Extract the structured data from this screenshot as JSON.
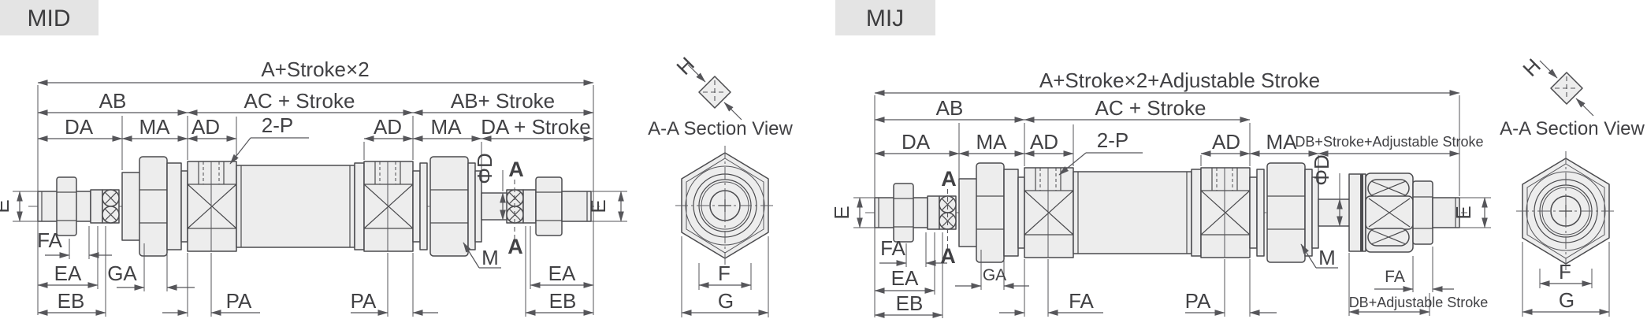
{
  "colors": {
    "background": "#ffffff",
    "line": "#4b4b4e",
    "dimension_line": "#56565a",
    "text": "#414144",
    "part_fill": "#ededed",
    "title_chip_bg": "#e4e4e4",
    "title_chip_text": "#3c3c3e"
  },
  "mid": {
    "title": "MID",
    "dims": {
      "total": "A+Stroke×2",
      "ab": "AB",
      "ac_stroke": "AC + Stroke",
      "ab_stroke": "AB+ Stroke",
      "da": "DA",
      "ma_left": "MA",
      "ad_left": "AD",
      "two_p": "2-P",
      "ad_right": "AD",
      "ma_right": "MA",
      "da_stroke": "DA + Stroke",
      "e_left": "E",
      "e_right": "E",
      "phi_d": "ΦD",
      "a_top": "A",
      "a_bottom": "A",
      "m": "M",
      "fa": "FA",
      "ea_left": "EA",
      "eb_left": "EB",
      "ga": "GA",
      "pa_left": "PA",
      "pa_right": "PA",
      "ea_right": "EA",
      "eb_right": "EB"
    },
    "section": {
      "h": "H",
      "title": "A-A Section View",
      "f": "F",
      "g": "G"
    }
  },
  "mij": {
    "title": "MIJ",
    "dims": {
      "total": "A+Stroke×2+Adjustable Stroke",
      "ab": "AB",
      "ac_stroke": "AC + Stroke",
      "da": "DA",
      "ma_left": "MA",
      "ad_left": "AD",
      "two_p": "2-P",
      "ad_right": "AD",
      "ma_right": "MA",
      "db_stroke": "DB+Stroke+Adjustable Stroke",
      "db_adjustable": "DB+Adjustable Stroke",
      "e_left": "E",
      "e_right": "E",
      "phi_d": "ΦD",
      "a_top": "A",
      "a_bottom": "A",
      "m": "M",
      "fa_left": "FA",
      "ea_left": "EA",
      "eb_left": "EB",
      "ga": "GA",
      "fa_head": "FA",
      "pa_right": "PA",
      "fa_adjuster": "FA"
    },
    "section": {
      "h": "H",
      "title": "A-A Section View",
      "f": "F",
      "g": "G"
    }
  }
}
